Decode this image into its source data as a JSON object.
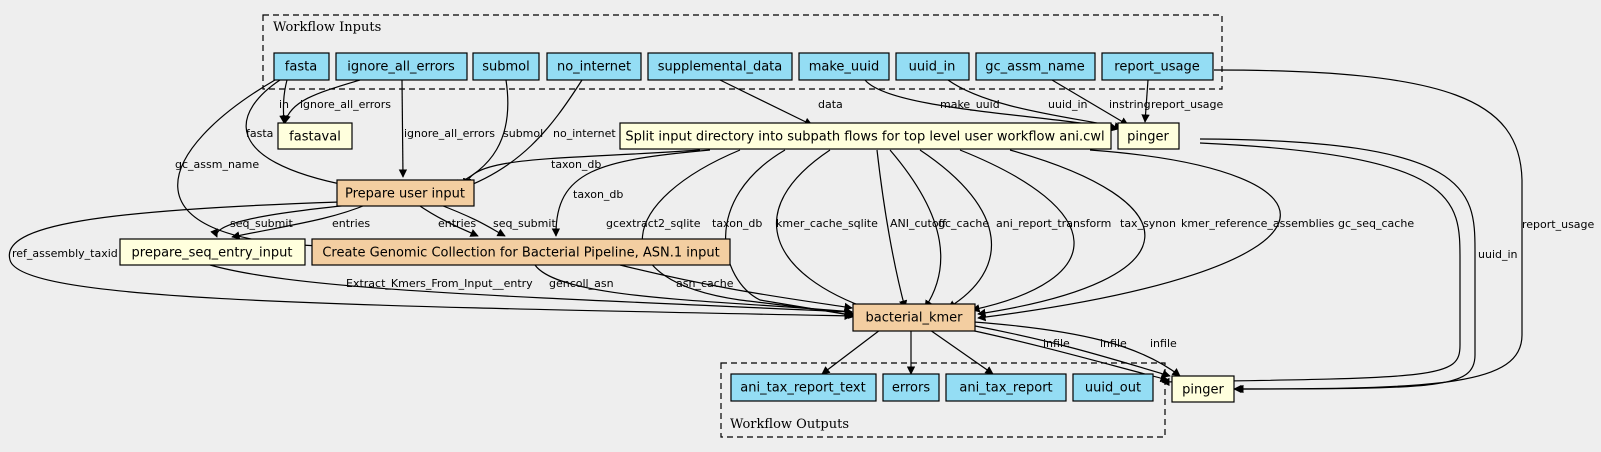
{
  "clusters": {
    "inputs_title": "Workflow Inputs",
    "outputs_title": "Workflow Outputs"
  },
  "colors": {
    "io": "#94ddf4",
    "tool": "#ffffdd",
    "subworkflow": "#f3cea1",
    "background": "#eeeeee"
  },
  "nodes": {
    "fasta": "fasta",
    "ignore_all_errors": "ignore_all_errors",
    "submol": "submol",
    "no_internet": "no_internet",
    "supplemental_data": "supplemental_data",
    "make_uuid": "make_uuid",
    "uuid_in": "uuid_in",
    "gc_assm_name": "gc_assm_name",
    "report_usage": "report_usage",
    "fastaval": "fastaval",
    "split": "Split input directory into subpath flows for top level user workflow ani.cwl",
    "pinger_top": "pinger",
    "prepare_user_input": "Prepare user input",
    "prepare_seq_entry_input": "prepare_seq_entry_input",
    "create_genomic": "Create Genomic Collection for Bacterial Pipeline, ASN.1 input",
    "bacterial_kmer": "bacterial_kmer",
    "ani_tax_report_text": "ani_tax_report_text",
    "errors": "errors",
    "ani_tax_report": "ani_tax_report",
    "uuid_out": "uuid_out",
    "pinger_bottom": "pinger"
  },
  "edge_labels": {
    "in": "in",
    "ignore_all_errors_fastaval": "ignore_all_errors",
    "fasta": "fasta",
    "ignore_all_errors_prep": "ignore_all_errors",
    "submol": "submol",
    "no_internet": "no_internet",
    "gc_assm_name": "gc_assm_name",
    "data": "data",
    "make_uuid": "make_uuid",
    "uuid_in_top": "uuid_in",
    "instring": "instring",
    "report_usage_top": "report_usage",
    "report_usage_right": "report_usage",
    "uuid_in_right": "uuid_in",
    "taxon_db_prep": "taxon_db",
    "taxon_db_create": "taxon_db",
    "seq_submit_1": "seq_submit",
    "entries_1": "entries",
    "entries_2": "entries",
    "seq_submit_2": "seq_submit",
    "ref_assembly_taxid": "ref_assembly_taxid",
    "extract_kmers": "Extract_Kmers_From_Input__entry",
    "gencoll_asn": "gencoll_asn",
    "asn_cache": "asn_cache",
    "gcextract2_sqlite": "gcextract2_sqlite",
    "taxon_db_kmer": "taxon_db",
    "kmer_cache_sqlite": "kmer_cache_sqlite",
    "ani_cutoff": "ANI_cutoff",
    "gc_cache": "gc_cache",
    "ani_report_transform": "ani_report_transform",
    "tax_synon": "tax_synon",
    "kmer_reference_assemblies": "kmer_reference_assemblies",
    "gc_seq_cache": "gc_seq_cache",
    "infile_1": "infile",
    "infile_2": "infile",
    "infile_3": "infile"
  }
}
